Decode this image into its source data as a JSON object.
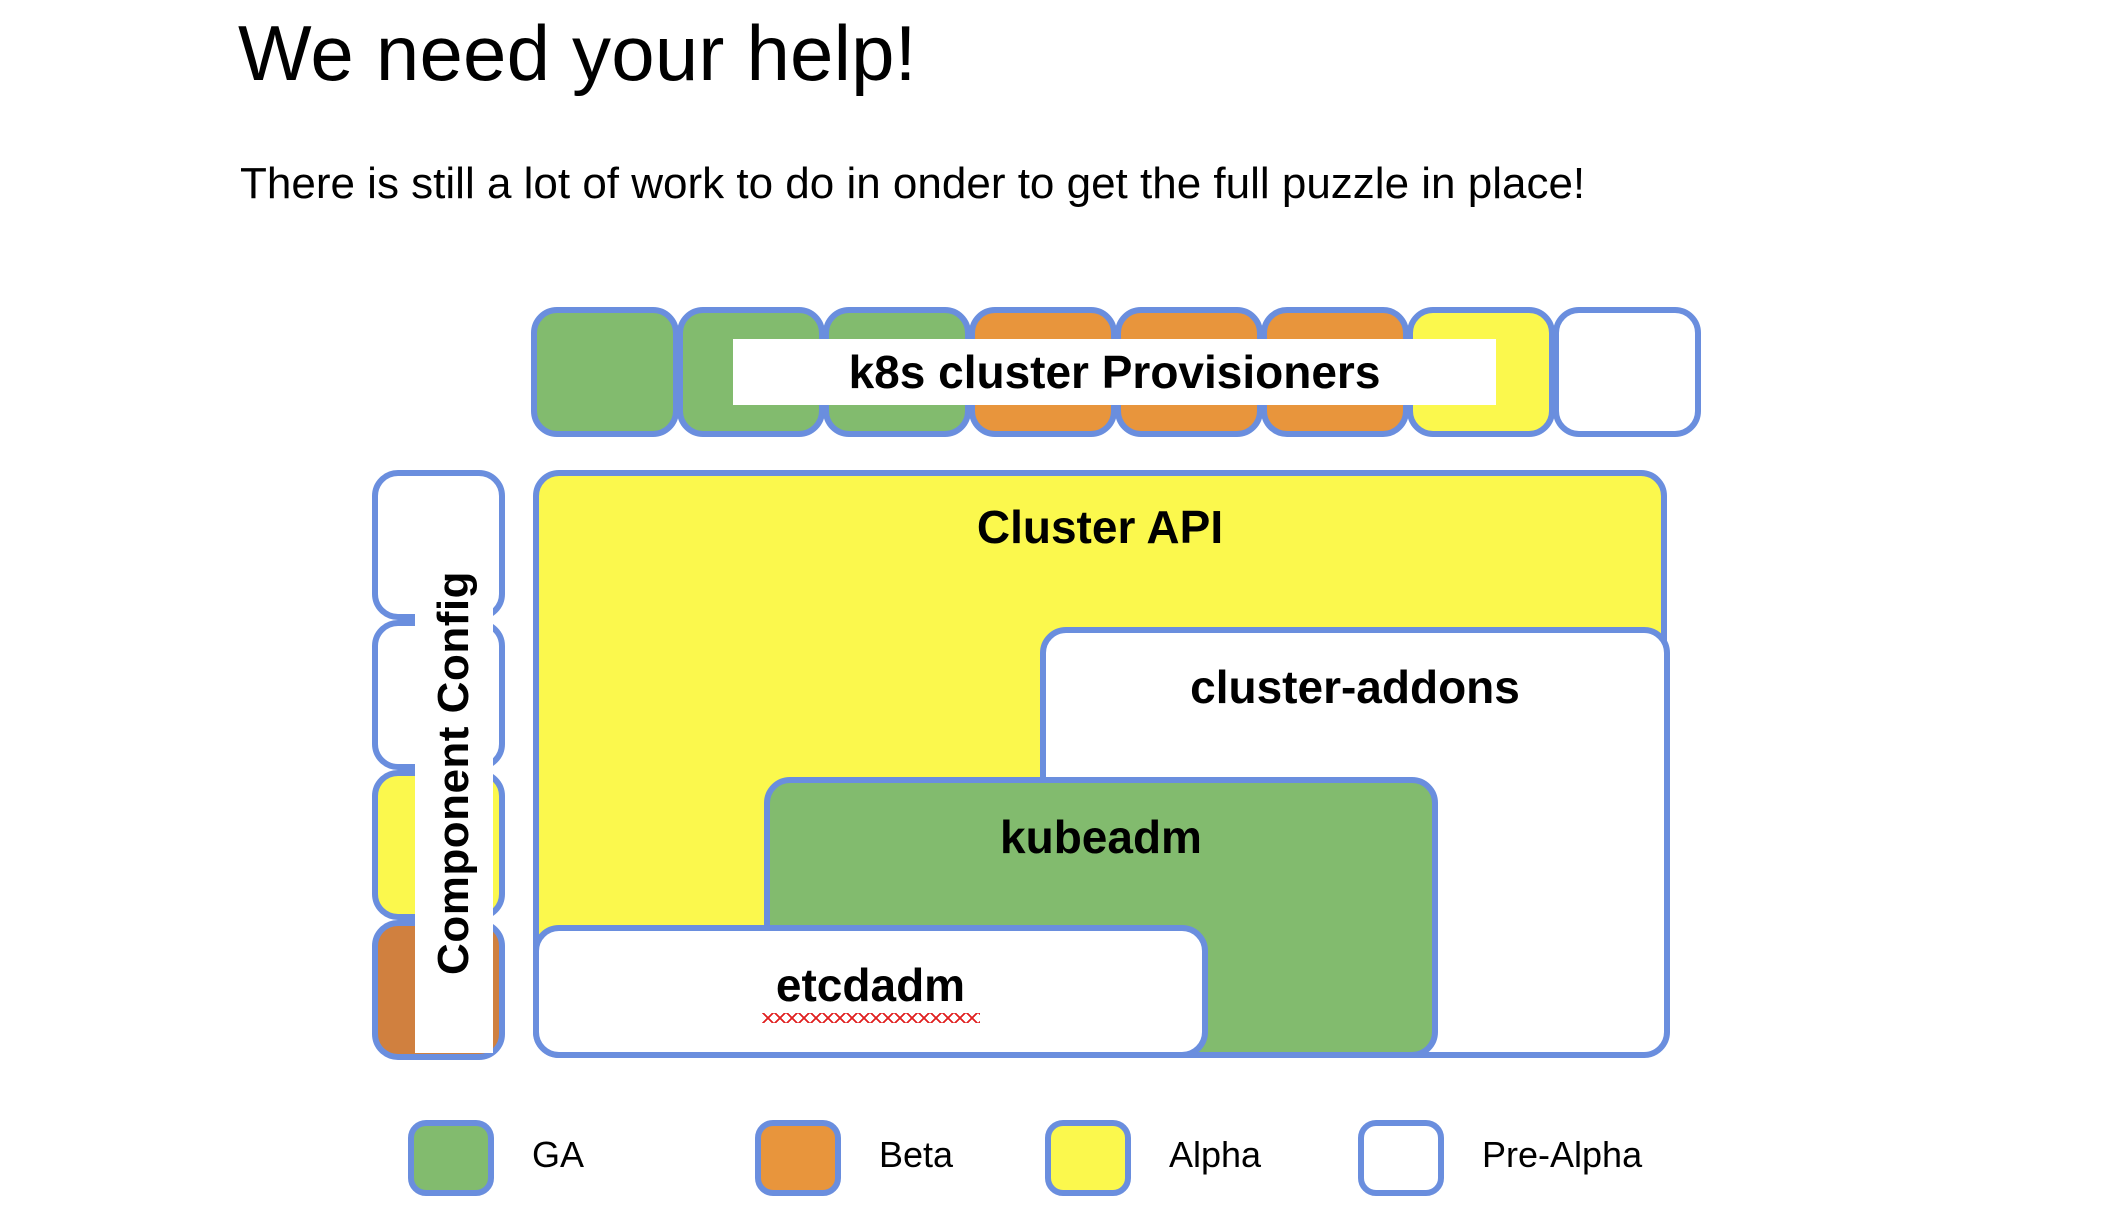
{
  "slide": {
    "title": "We need your help!",
    "subtitle": "There is still a lot of work to do in onder to get the full puzzle in place!"
  },
  "colors": {
    "ga": "#82bb6e",
    "beta": "#e8953c",
    "beta_dark": "#d0803f",
    "alpha": "#fbf84d",
    "pre_alpha": "#ffffff",
    "outline": "#6a8ede",
    "spellcheck": "#e02020",
    "background": "#ffffff",
    "text": "#000000"
  },
  "provisioners": {
    "label": "k8s cluster Provisioners",
    "tiles": [
      {
        "status": "GA",
        "color": "#82bb6e"
      },
      {
        "status": "GA",
        "color": "#82bb6e"
      },
      {
        "status": "GA",
        "color": "#82bb6e"
      },
      {
        "status": "Beta",
        "color": "#e8953c"
      },
      {
        "status": "Beta",
        "color": "#e8953c"
      },
      {
        "status": "Beta",
        "color": "#e8953c"
      },
      {
        "status": "Alpha",
        "color": "#fbf84d"
      },
      {
        "status": "Pre-Alpha",
        "color": "#ffffff"
      }
    ]
  },
  "component_config": {
    "label": "Component Config",
    "tiles": [
      {
        "status": "Pre-Alpha",
        "color": "#ffffff"
      },
      {
        "status": "Pre-Alpha",
        "color": "#ffffff"
      },
      {
        "status": "Alpha",
        "color": "#fbf84d"
      },
      {
        "status": "Beta",
        "color": "#d0803f"
      }
    ]
  },
  "puzzle": {
    "cluster_api": {
      "label": "Cluster API",
      "status": "Alpha",
      "color": "#fbf84d"
    },
    "cluster_addons": {
      "label": "cluster-addons",
      "status": "Pre-Alpha",
      "color": "#ffffff"
    },
    "kubeadm": {
      "label": "kubeadm",
      "status": "GA",
      "color": "#82bb6e"
    },
    "etcdadm": {
      "label": "etcdadm",
      "status": "Pre-Alpha",
      "color": "#ffffff",
      "spellcheck_underline": true
    }
  },
  "legend": {
    "items": [
      {
        "label": "GA",
        "color": "#82bb6e"
      },
      {
        "label": "Beta",
        "color": "#e8953c"
      },
      {
        "label": "Alpha",
        "color": "#fbf84d"
      },
      {
        "label": "Pre-Alpha",
        "color": "#ffffff"
      }
    ]
  }
}
